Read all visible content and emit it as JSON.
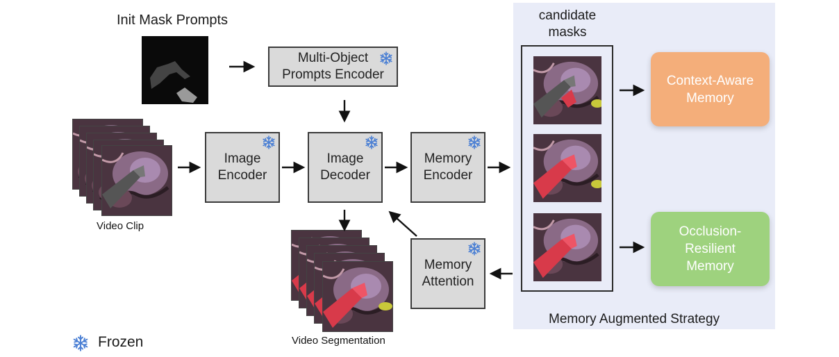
{
  "title_prompts": "Init Mask Prompts",
  "blocks": {
    "prompts_encoder": "Multi-Object\nPrompts Encoder",
    "image_encoder": "Image\nEncoder",
    "image_decoder": "Image\nDecoder",
    "memory_encoder": "Memory\nEncoder",
    "memory_attention": "Memory\nAttention"
  },
  "labels": {
    "video_clip": "Video Clip",
    "video_segmentation": "Video Segmentation",
    "candidate_masks": "candidate\nmasks",
    "strategy": "Memory Augmented Strategy",
    "frozen": "Frozen"
  },
  "memories": {
    "context_aware": "Context-Aware\nMemory",
    "occlusion_resilient": "Occlusion-\nResilient\nMemory"
  },
  "colors": {
    "context_aware": "#f4ae7a",
    "occlusion_resilient": "#9ed27e",
    "panel": "#e9ecf8",
    "block": "#dadada",
    "snowflake": "#4a7fd4"
  },
  "icons": [
    "snowflake-icon"
  ]
}
